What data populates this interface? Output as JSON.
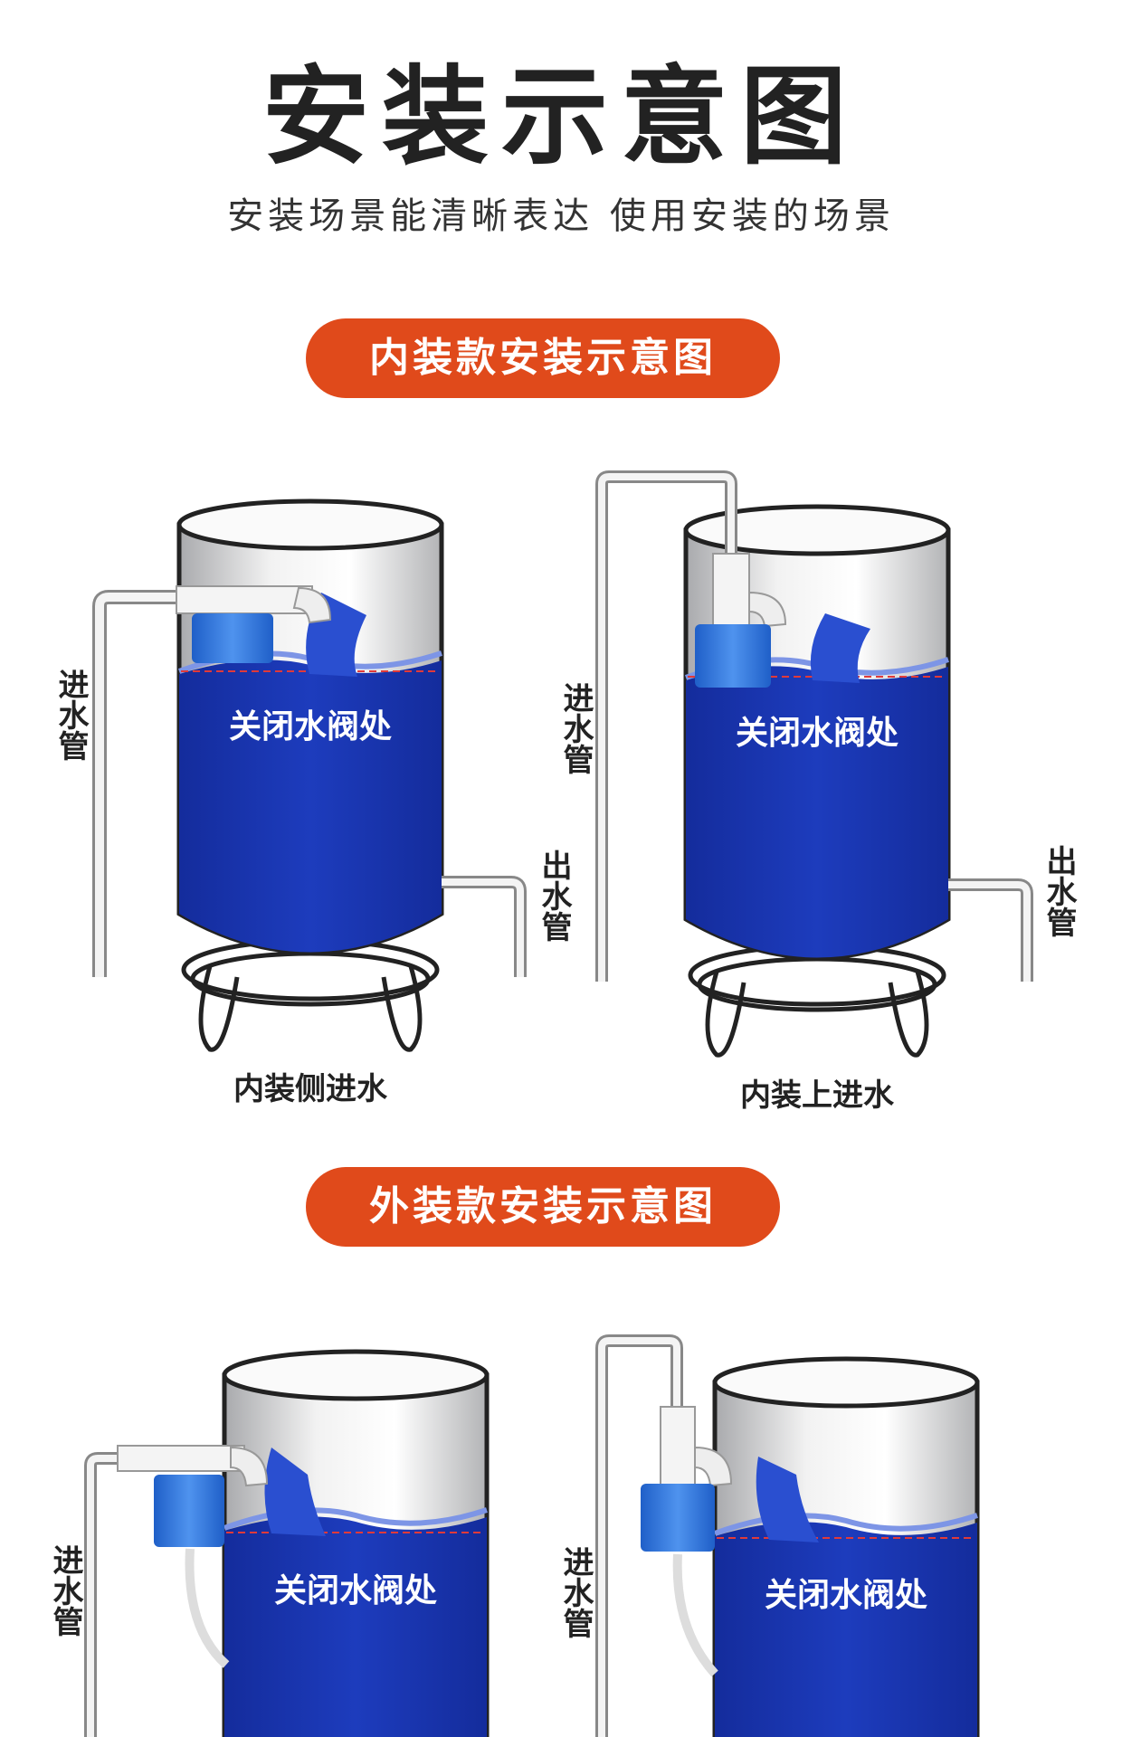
{
  "header": {
    "title": "安装示意图",
    "subtitle": "安装场景能清晰表达 使用安装的场景"
  },
  "sections": [
    {
      "heading": "内装款安装示意图",
      "diagrams": [
        {
          "caption": "内装侧进水",
          "water_label": "关闭水阀处",
          "inlet_label": "进水管",
          "outlet_label": "出水管"
        },
        {
          "caption": "内装上进水",
          "water_label": "关闭水阀处",
          "inlet_label": "进水管",
          "outlet_label": "出水管"
        }
      ]
    },
    {
      "heading": "外装款安装示意图",
      "diagrams": [
        {
          "water_label": "关闭水阀处",
          "inlet_label": "进水管"
        },
        {
          "water_label": "关闭水阀处",
          "inlet_label": "进水管"
        }
      ]
    }
  ],
  "colors": {
    "accent": "#e04a1b",
    "water": "#1a34b4",
    "water_light": "#2f5fd6",
    "valve_blue": "#2a6fd8"
  }
}
